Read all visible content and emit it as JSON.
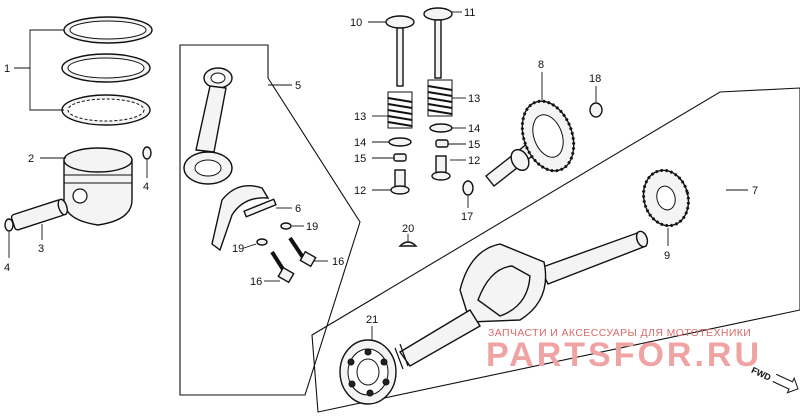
{
  "callouts": {
    "c1": "1",
    "c2": "2",
    "c3": "3",
    "c4a": "4",
    "c4b": "4",
    "c5": "5",
    "c6": "6",
    "c7": "7",
    "c8": "8",
    "c9": "9",
    "c10": "10",
    "c11": "11",
    "c12a": "12",
    "c12b": "12",
    "c13a": "13",
    "c13b": "13",
    "c14a": "14",
    "c14b": "14",
    "c15a": "15",
    "c15b": "15",
    "c16a": "16",
    "c16b": "16",
    "c17": "17",
    "c18": "18",
    "c19a": "19",
    "c19b": "19",
    "c20": "20",
    "c21": "21"
  },
  "watermark": {
    "caption": "ЗАПЧАСТИ И АКСЕССУАРЫ ДЛЯ МОТОТЕХНИКИ",
    "brand": "PARTSFOR.RU"
  },
  "direction_label": "FWD",
  "colors": {
    "line": "#111111",
    "watermark": "#e88a8a"
  }
}
